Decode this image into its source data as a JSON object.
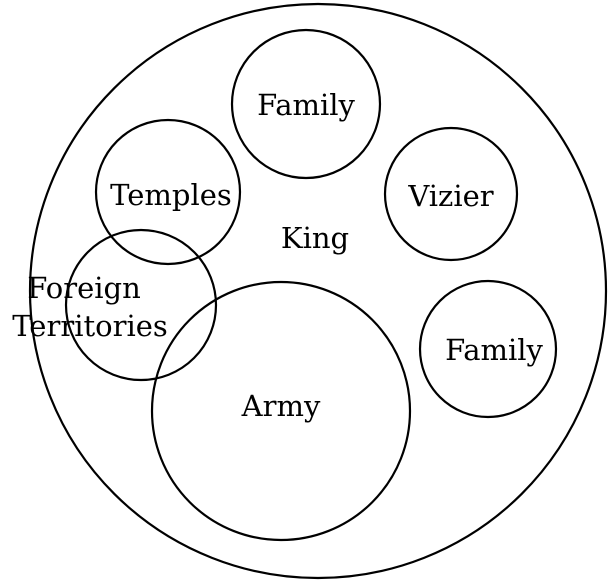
{
  "diagram": {
    "king": "King",
    "family_top": "Family",
    "temples": "Temples",
    "vizier": "Vizier",
    "foreign_line1": "Foreign",
    "foreign_line2": "Territories",
    "family_right": "Family",
    "army": "Army"
  },
  "colors": {
    "stroke": "#000000",
    "background": "#ffffff",
    "text": "#000000"
  }
}
